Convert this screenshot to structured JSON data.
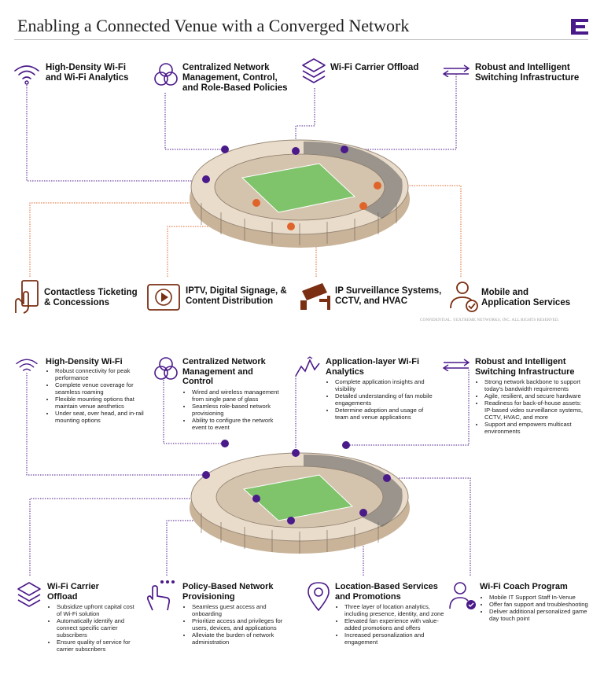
{
  "header": {
    "title": "Enabling a Connected Venue with a Converged Network"
  },
  "colors": {
    "purple": "#4b1a8a",
    "orange": "#e0642a",
    "brown": "#7a2e12",
    "field": "#7fc36b"
  },
  "top": {
    "items": [
      {
        "label": "High-Density Wi-Fi\nand Wi-Fi Analytics",
        "icon": "wifi-icon"
      },
      {
        "label": "Centralized Network\nManagement, Control,\nand Role-Based Policies",
        "icon": "venn-icon"
      },
      {
        "label": "Wi-Fi Carrier Offload",
        "icon": "layers-icon"
      },
      {
        "label": "Robust and Intelligent\nSwitching Infrastructure",
        "icon": "arrows-icon"
      },
      {
        "label": "Contactless Ticketing\n& Concessions",
        "icon": "phone-tap-icon"
      },
      {
        "label": "IPTV, Digital Signage, &\nContent Distribution",
        "icon": "play-icon"
      },
      {
        "label": "IP Surveillance Systems,\nCCTV, and HVAC",
        "icon": "camera-icon"
      },
      {
        "label": "Mobile and\nApplication Services",
        "icon": "user-check-icon"
      }
    ],
    "confidential": "CONFIDENTIAL. ©EXTREME NETWORKS, INC. ALL RIGHTS RESERVED."
  },
  "bottom": {
    "items": [
      {
        "label": "High-Density Wi-Fi",
        "icon": "wifi-icon",
        "bullets": [
          "Robust connectivity for peak performance",
          "Complete venue coverage for seamless roaming",
          "Flexible mounting options that maintain venue aesthetics",
          "Under seat, over head, and in-rail mounting options"
        ]
      },
      {
        "label": "Centralized Network\nManagement and\nControl",
        "icon": "venn-icon",
        "bullets": [
          "Wired and wireless management from single pane of glass",
          "Seamless role-based network provisioning",
          "Ability to configure the network event to event"
        ]
      },
      {
        "label": "Application-layer Wi-Fi\nAnalytics",
        "icon": "analytics-icon",
        "bullets": [
          "Complete application insights and visibility",
          "Detailed understanding of fan mobile engagements",
          "Determine adoption and usage of team and venue applications"
        ]
      },
      {
        "label": "Robust and Intelligent\nSwitching Infrastructure",
        "icon": "arrows-icon",
        "bullets": [
          "Strong network backbone to support today's bandwidth requirements",
          "Agile, resilient, and secure hardware",
          "Readiness for back-of-house assets: IP-based video surveillance systems, CCTV, HVAC, and more",
          "Support and empowers multicast environments"
        ]
      },
      {
        "label": "Wi-Fi Carrier\nOffload",
        "icon": "layers-icon",
        "bullets": [
          "Subsidize upfront capital cost of Wi-Fi solution",
          "Automatically identify and connect specific carrier subscribers",
          "Ensure quality of service for carrier subscribers"
        ]
      },
      {
        "label": "Policy-Based Network\nProvisioning",
        "icon": "hand-policy-icon",
        "bullets": [
          "Seamless guest access and onboarding",
          "Prioritize access and privileges for users, devices, and applications",
          "Alleviate the burden of network administration"
        ]
      },
      {
        "label": "Location-Based Services\nand Promotions",
        "icon": "location-icon",
        "bullets": [
          "Three layer of location analytics, including presence, identity, and zone",
          "Elevated fan experience with value-added promotions and offers",
          "Increased personalization and engagement"
        ]
      },
      {
        "label": "Wi-Fi Coach Program",
        "icon": "coach-icon",
        "bullets": [
          "Mobile IT Support Staff In-Venue",
          "Offer fan support and troubleshooting",
          "Deliver additional personalized game day touch point"
        ]
      }
    ]
  }
}
